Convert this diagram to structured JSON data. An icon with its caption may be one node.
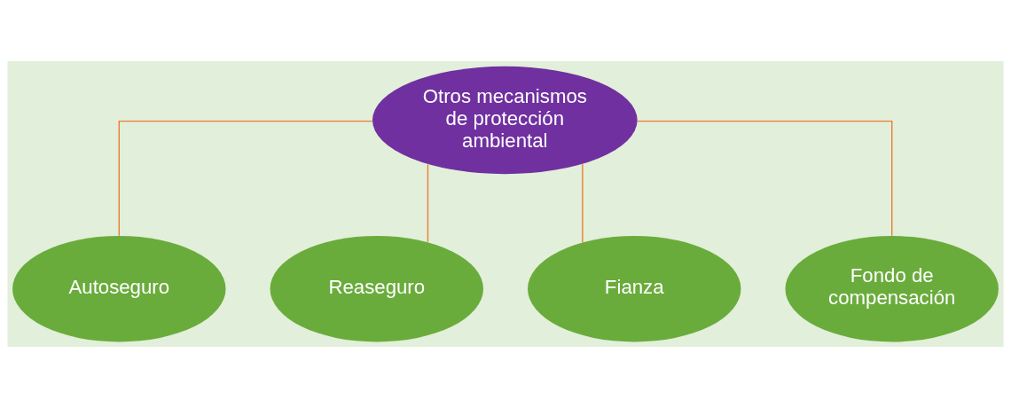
{
  "diagram": {
    "nodes": [
      {
        "text": [
          "Otros mecanismos de protección ambiental"
        ]
      },
      {
        "text": [
          "Autoseguro"
        ]
      },
      {
        "text": [
          "Reaseguro"
        ]
      },
      {
        "text": [
          "Fianza"
        ]
      },
      {
        "text": [
          "Fondo de compensación"
        ]
      }
    ],
    "edges": [
      {
        "from": 0,
        "to": 1,
        "arrow": "none"
      },
      {
        "from": 0,
        "to": 2,
        "arrow": "none"
      },
      {
        "from": 0,
        "to": 3,
        "arrow": "none"
      },
      {
        "from": 0,
        "to": 4,
        "arrow": "none"
      }
    ]
  }
}
